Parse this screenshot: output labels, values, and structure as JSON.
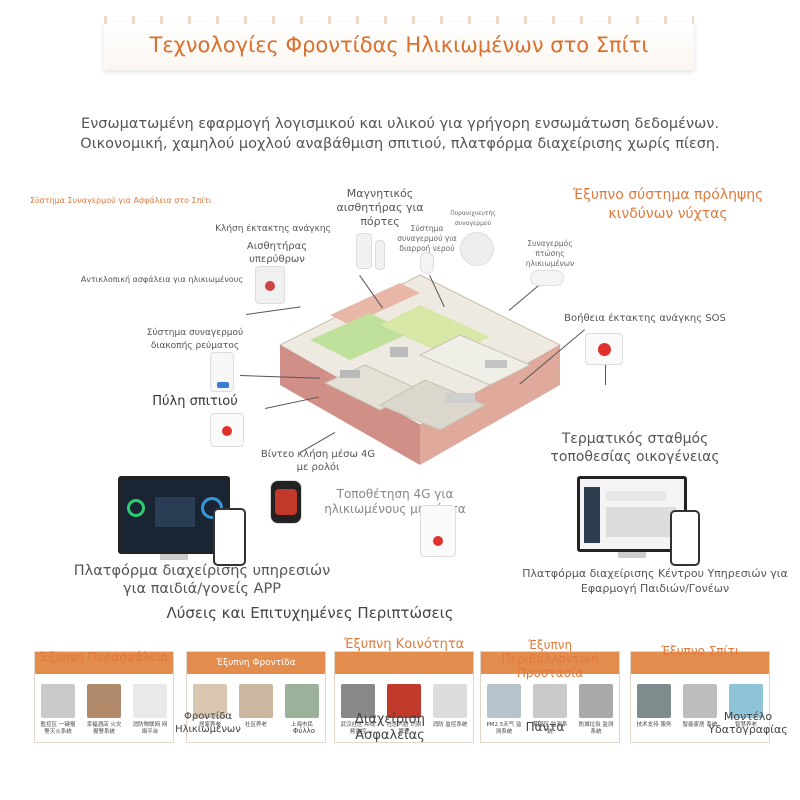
{
  "title": "Τεχνολογίες Φροντίδας Ηλικιωμένων στο Σπίτι",
  "intro": [
    "Ενσωματωμένη εφαρμογή λογισμικού και υλικού για γρήγορη ενσωμάτωση δεδομένων.",
    "Οικονομική, χαμηλού μοχλού αναβάθμιση σπιτιού, πλατφόρμα διαχείρισης χωρίς πίεση."
  ],
  "left_section_title": "Σύστημα Συναγερμού για Ασφάλεια στο Σπίτι",
  "right_section_title": "Έξυπνο σύστημα πρόληψης κινδύνων νύχτας",
  "labels": {
    "emergency_call": "Κλήση έκτακτης ανάγκης",
    "infrared_sensor": "Αισθητήρας υπερύθρων",
    "anti_loss": "Αντικλοπική ασφάλεια για ηλικιωμένους",
    "power_alarm": "Σύστημα συναγερμού διακοπής ρεύματος",
    "home_gateway": "Πύλη σπιτιού",
    "video_call": "Βίντεο κλήση μέσω 4G με ρολόι",
    "door_sensor": "Μαγνητικός αισθητήρας για πόρτες",
    "water_alarm": "Σύστημα συναγερμού για διαρροή νερού",
    "smoke_detector": "Πυρανιχνευτής συναγερμού",
    "fall_alarm": "Συναγερμός πτώσης ηλικιωμένων",
    "sos": "Βοήθεια έκτακτης ανάγκης SOS",
    "family_terminal": "Τερματικός σταθμός τοποθεσίας οικογένειας",
    "locator_4g": "Τοποθέτηση 4G για ηλικιωμένους με κάρτα",
    "platform_left": "Πλατφόρμα διαχείρισης υπηρεσιών για παιδιά/γονείς APP",
    "platform_right": "Πλατφόρμα διαχείρισης Κέντρου Υπηρεσιών για Εφαρμογή Παιδιών/Γονέων"
  },
  "solutions_title": "Λύσεις και Επιτυχημένες Περιπτώσεις",
  "cards": [
    {
      "head": "",
      "overlay": "Έξυπνη Πυρασφάλεια",
      "captions": [
        "監控区 一键报警灭火系统",
        "幸福酒店 火灾报警系统",
        "消防物联网 网络平台"
      ]
    },
    {
      "head": "Έξυπνη Φροντίδα Ηλικιωμένων",
      "overlay": "",
      "captions": [
        "居家养老",
        "社区养老",
        "上海市民"
      ]
    },
    {
      "head": "",
      "overlay": "Έξυπνη Κοινότητα",
      "captions": [
        "武汉社区 AI视频监控",
        "社区人脸 识别管理",
        "消防 监控系统"
      ]
    },
    {
      "head": "",
      "overlay": "Έξυπνη Περιβαλλοντική Προστασία",
      "captions": [
        "PM2.5天气 监测系统",
        "某园区 监测系统",
        "防城垃圾 监测系统"
      ]
    },
    {
      "head": "",
      "overlay": "Έξυπνο Σπίτι",
      "captions": [
        "技术支持 服务",
        "智能家居 系统",
        "智慧养老"
      ]
    }
  ],
  "bottom_overlays": {
    "elderly_care": "Φροντίδα Ηλικιωμένων",
    "sheet": "Φύλλο",
    "safety_mgmt": "Διαχείριση Ασφαλείας",
    "always": "Πάντα",
    "hydrography": "Μοντέλο Υδατογραφίας"
  },
  "colors": {
    "accent": "#e07a3c",
    "card_head": "#e28d4d",
    "sos_red": "#e0312b"
  }
}
